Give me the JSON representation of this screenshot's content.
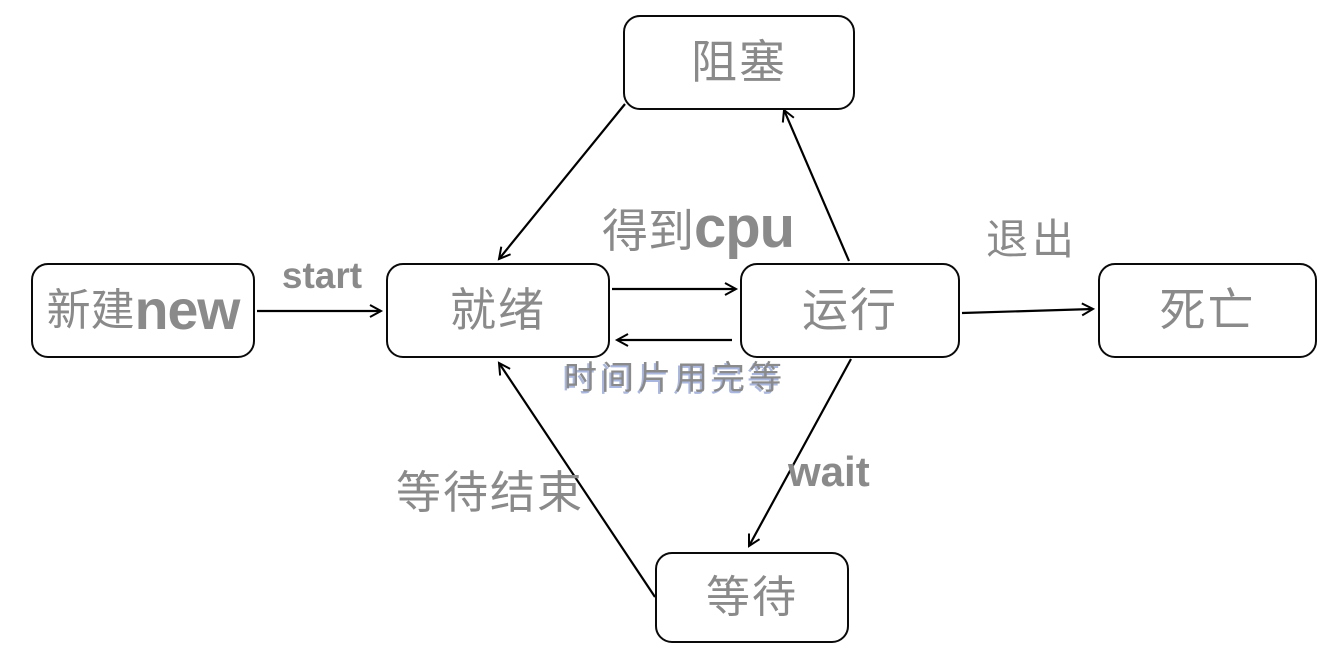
{
  "nodes": {
    "new": {
      "zh": "新建",
      "en": "new"
    },
    "ready": {
      "zh": "就绪"
    },
    "blocked": {
      "zh": "阻塞"
    },
    "running": {
      "zh": "运行"
    },
    "dead": {
      "zh": "死亡"
    },
    "waiting": {
      "zh": "等待"
    }
  },
  "edge_labels": {
    "start": "start",
    "get_cpu": {
      "zh": "得到",
      "en": "cpu"
    },
    "timeslice": "时间片用完等",
    "exit": "退出",
    "wait": "wait",
    "wait_end": "等待结束"
  },
  "colors": {
    "text": "#8a8a8a",
    "node_border": "#0a0a0a",
    "node_fill": "#ffffff",
    "arrow": "#000000",
    "timeslice_shadow": "#a9b6dd"
  }
}
